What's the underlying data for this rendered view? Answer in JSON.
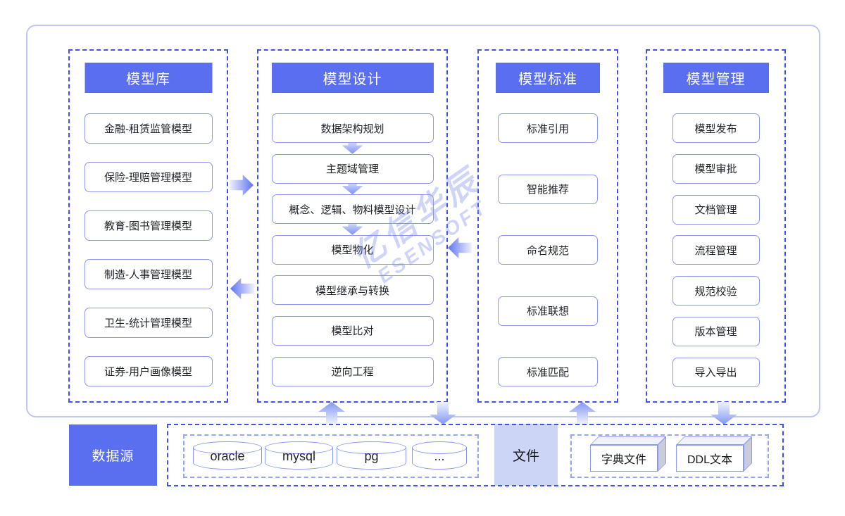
{
  "watermark": {
    "line1": "亿信华辰",
    "line2": "ESENSOFT"
  },
  "columns": [
    {
      "title": "模型库",
      "items": [
        "金融-租赁监管模型",
        "保险-理赔管理模型",
        "教育-图书管理模型",
        "制造-人事管理模型",
        "卫生-统计管理模型",
        "证券-用户画像模型"
      ]
    },
    {
      "title": "模型设计",
      "items": [
        "数据架构规划",
        "主题域管理",
        "概念、逻辑、物料模型设计",
        "模型物化",
        "模型继承与转换",
        "模型比对",
        "逆向工程"
      ]
    },
    {
      "title": "模型标准",
      "items": [
        "标准引用",
        "智能推荐",
        "命名规范",
        "标准联想",
        "标准匹配"
      ]
    },
    {
      "title": "模型管理",
      "items": [
        "模型发布",
        "模型审批",
        "文档管理",
        "流程管理",
        "规范校验",
        "版本管理",
        "导入导出"
      ]
    }
  ],
  "bottom": {
    "datasource_label": "数据源",
    "databases": [
      "oracle",
      "mysql",
      "pg",
      "..."
    ],
    "file_label": "文件",
    "file_artifacts": [
      "字典文件",
      "DDL文本"
    ]
  },
  "colors": {
    "accent": "#5a6ef0",
    "dashed_border": "#4154e6",
    "box_border": "#8b99f0",
    "file_fill": "#cdd5f7"
  }
}
